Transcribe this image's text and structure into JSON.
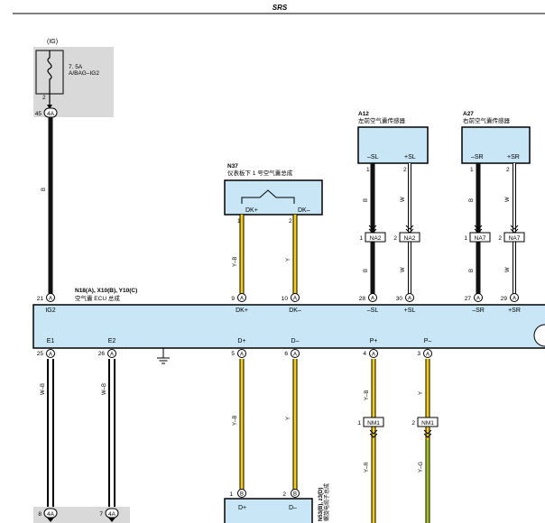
{
  "header": {
    "title": "SRS"
  },
  "fuse": {
    "circuit": "(IG)",
    "rating": "7. 5A",
    "name": "A/BAG–IG2",
    "pin": "2",
    "junction_pin": "45",
    "junction_code": "4A"
  },
  "ecu": {
    "id": "N18(A), X10(B), Y10(C)",
    "name": "空气囊 ECU 总成",
    "top_terminals": [
      {
        "label": "IG2",
        "pin": "21",
        "conn": "A"
      },
      {
        "label": "DK+",
        "pin": "9",
        "conn": "A"
      },
      {
        "label": "DK–",
        "pin": "10",
        "conn": "A"
      },
      {
        "label": "–SL",
        "pin": "28",
        "conn": "A"
      },
      {
        "label": "+SL",
        "pin": "30",
        "conn": "A"
      },
      {
        "label": "–SR",
        "pin": "27",
        "conn": "A"
      },
      {
        "label": "+SR",
        "pin": "29",
        "conn": "A"
      }
    ],
    "bottom_terminals": [
      {
        "label": "E1",
        "pin": "25",
        "conn": "A"
      },
      {
        "label": "E2",
        "pin": "26",
        "conn": "A"
      },
      {
        "label": "D+",
        "pin": "5",
        "conn": "A"
      },
      {
        "label": "D–",
        "pin": "6",
        "conn": "A"
      },
      {
        "label": "P+",
        "pin": "4",
        "conn": "A"
      },
      {
        "label": "P–",
        "pin": "3",
        "conn": "A"
      }
    ]
  },
  "n37": {
    "id": "N37",
    "name": "仪表板下 1 号空气囊总成",
    "pins": [
      "1",
      "2"
    ],
    "labels": [
      "DK+",
      "DK–"
    ]
  },
  "a12": {
    "id": "A12",
    "name": "左前空气囊传感器",
    "pins": [
      "1",
      "2"
    ],
    "labels": [
      "–SL",
      "+SL"
    ]
  },
  "a27": {
    "id": "A27",
    "name": "右前空气囊传感器",
    "pins": [
      "1",
      "2"
    ],
    "labels": [
      "–SR",
      "+SR"
    ]
  },
  "na_connectors": [
    {
      "pin": "1",
      "code": "NA2"
    },
    {
      "pin": "2",
      "code": "NA2"
    },
    {
      "pin": "1",
      "code": "NA7"
    },
    {
      "pin": "2",
      "code": "NA7"
    }
  ],
  "nm_connectors": [
    {
      "pin": "1",
      "code": "NM1"
    },
    {
      "pin": "2",
      "code": "NM1"
    }
  ],
  "lower_component": {
    "id": "N53(B), z3(D)",
    "name": "螺旋电缆子总成",
    "pins": [
      "1",
      "2"
    ],
    "conn": "B",
    "labels": [
      "D+",
      "D–"
    ]
  },
  "ground_junctions": [
    {
      "pin": "8",
      "code": "4A"
    },
    {
      "pin": "7",
      "code": "4A"
    }
  ],
  "wire_colors": {
    "fuse_to_ig2": "B",
    "n37_dk_plus": "Y–B",
    "n37_dk_minus": "Y",
    "sl_minus_upper": "B",
    "sl_plus_upper": "W",
    "sr_minus_upper": "B",
    "sr_plus_upper": "W",
    "sl_minus_lower": "B",
    "sl_plus_lower": "W",
    "sr_minus_lower": "B",
    "sr_plus_lower": "W",
    "e1": "W–B",
    "e2": "W–B",
    "d_plus": "Y–B",
    "d_minus": "Y",
    "p_plus_upper": "Y–B",
    "p_minus_upper": "Y",
    "p_plus_lower": "Y–R",
    "p_minus_lower": "Y–G"
  },
  "colors": {
    "component_fill": "#c8e6f5",
    "fuse_panel_fill": "#d9d9d9",
    "wire_yellow": "#f6d000",
    "wire_green": "#3cc83c",
    "wire_black": "#111111"
  }
}
